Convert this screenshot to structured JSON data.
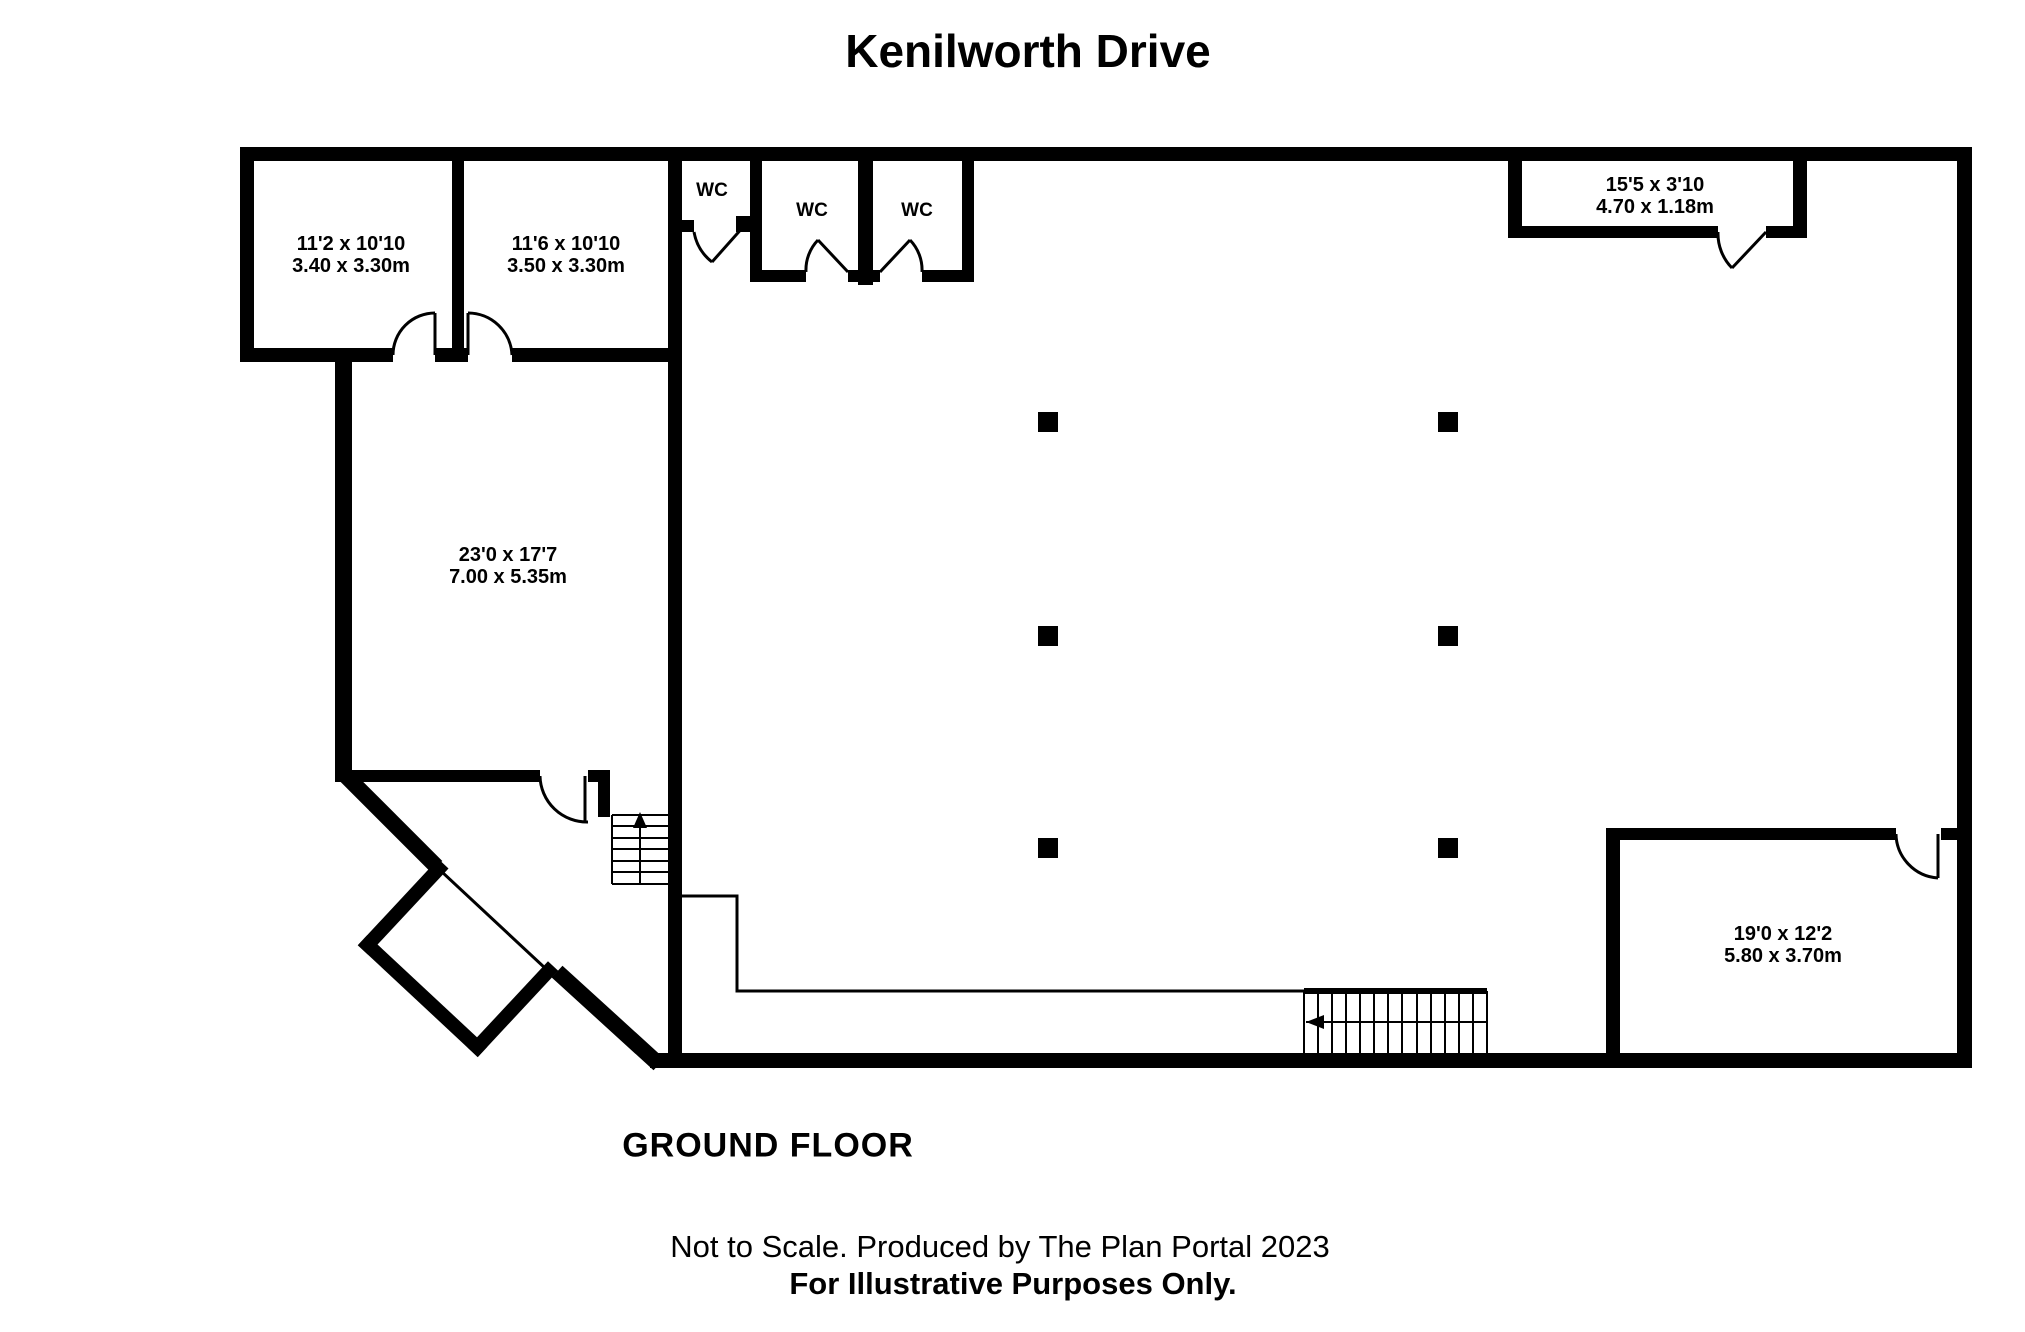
{
  "title": "Kenilworth Drive",
  "floor_label": "GROUND FLOOR",
  "footer": {
    "line1": "Not to Scale. Produced by The Plan Portal 2023",
    "line2": "For Illustrative Purposes Only."
  },
  "rooms": [
    {
      "name": "top-left-room",
      "imperial": "11'2 x 10'10",
      "metric": "3.40 x 3.30m"
    },
    {
      "name": "top-left-room-2",
      "imperial": "11'6 x 10'10",
      "metric": "3.50 x 3.30m"
    },
    {
      "name": "middle-left-room",
      "imperial": "23'0 x 17'7",
      "metric": "7.00 x 5.35m"
    },
    {
      "name": "top-right-room",
      "imperial": "15'5 x 3'10",
      "metric": "4.70 x 1.18m"
    },
    {
      "name": "bottom-right-room",
      "imperial": "19'0 x 12'2",
      "metric": "5.80 x 3.70m"
    }
  ],
  "wc_labels": [
    "WC",
    "WC",
    "WC"
  ],
  "colors": {
    "wall": "#000000",
    "background": "#ffffff"
  }
}
